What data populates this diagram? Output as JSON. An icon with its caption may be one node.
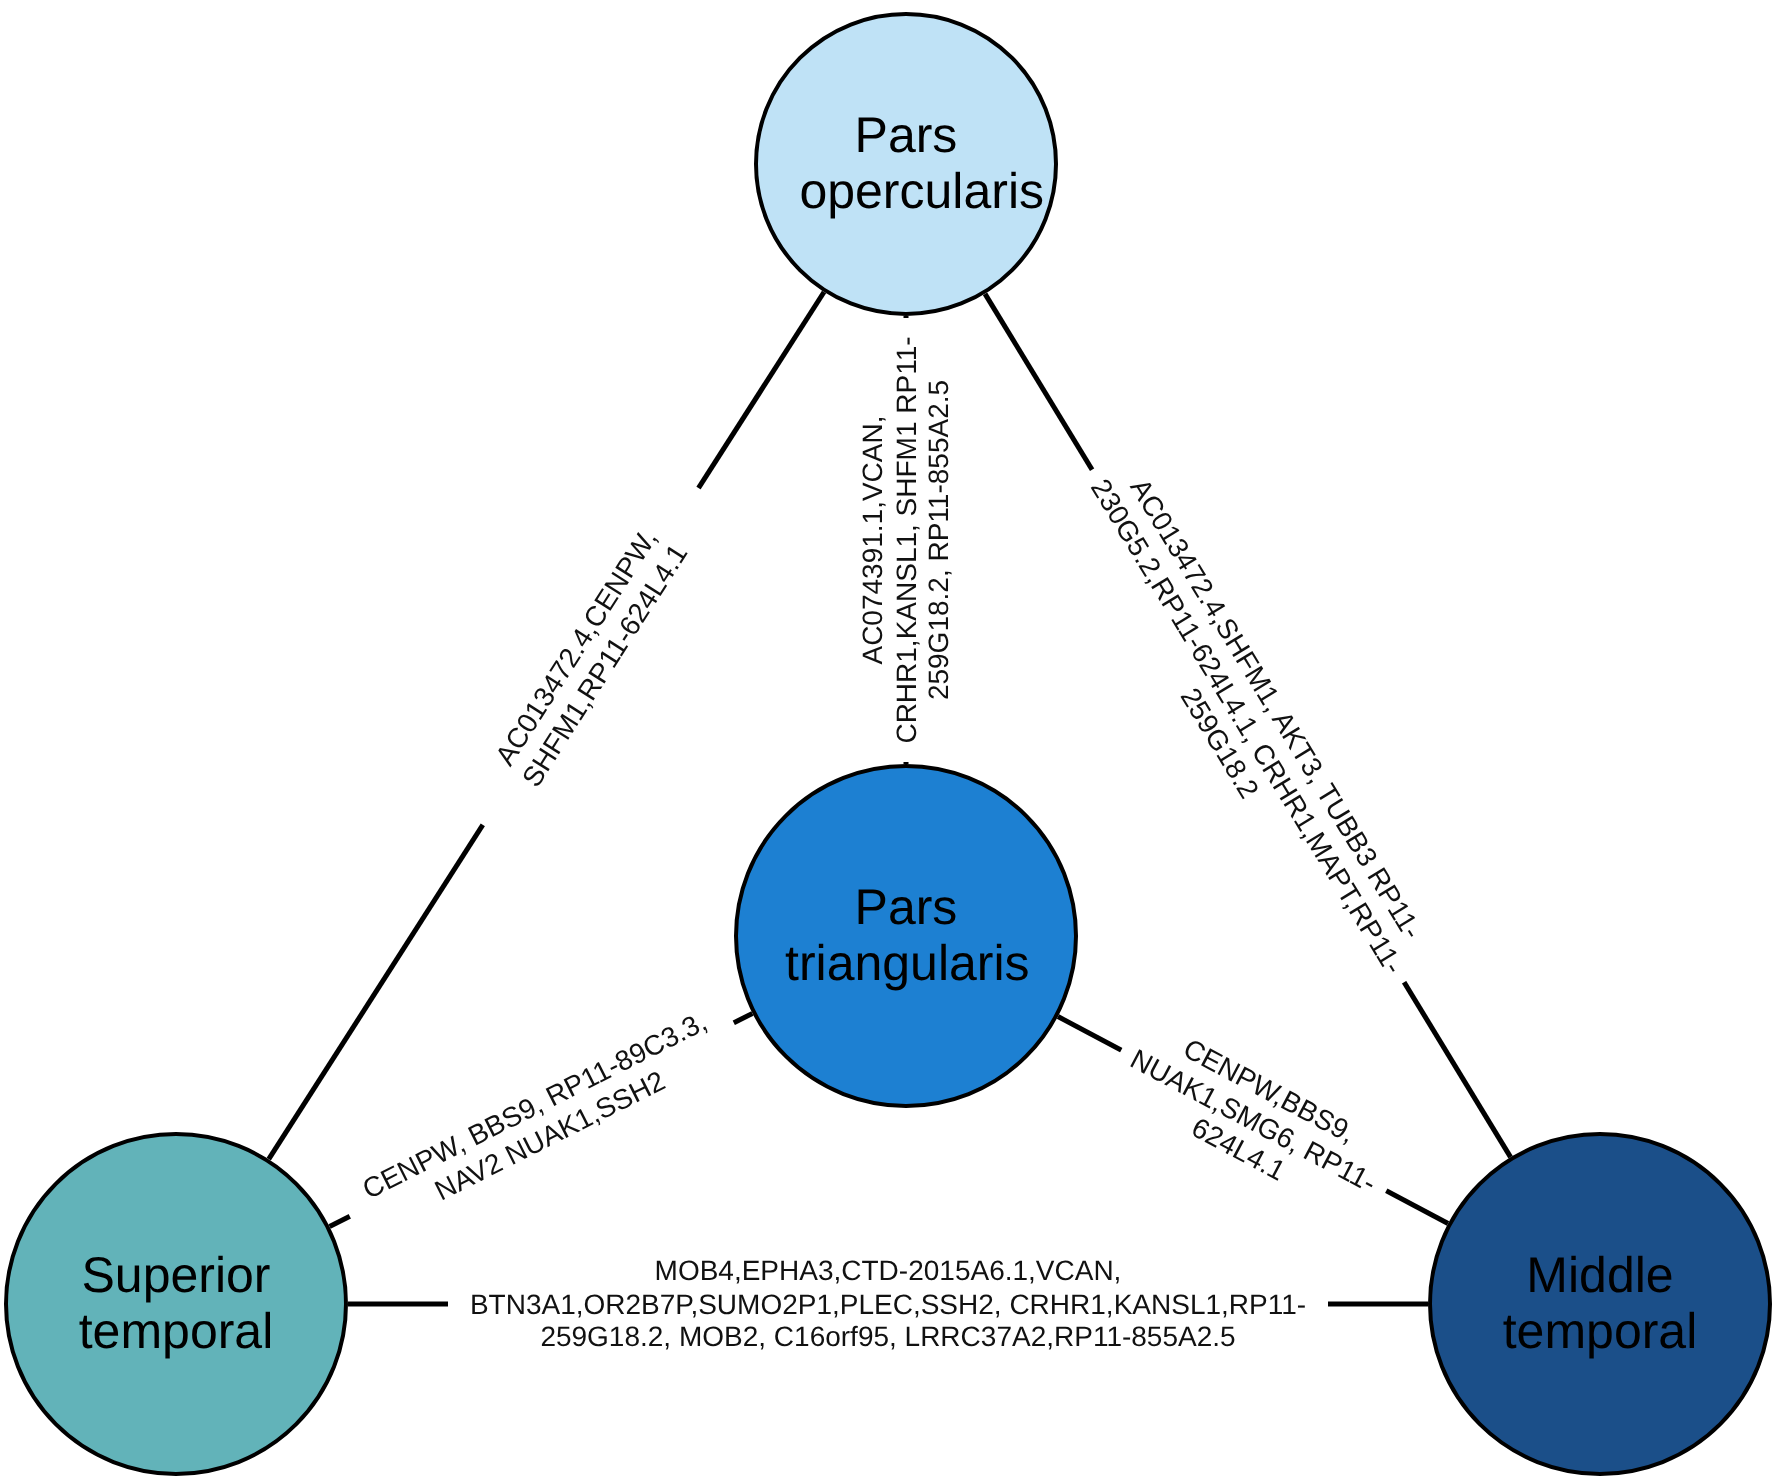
{
  "diagram": {
    "nodes": [
      {
        "text": [
          "Pars opercularis"
        ]
      },
      {
        "text": [
          "Pars triangularis"
        ]
      },
      {
        "text": [
          "Superior temporal"
        ]
      },
      {
        "text": [
          "Middle temporal"
        ]
      }
    ],
    "edges": [
      {
        "from": 0,
        "to": 2,
        "arrow": "none",
        "label": "AC013472.4,CENPW, SHFM1,RP11-624L4.1"
      },
      {
        "from": 0,
        "to": 1,
        "arrow": "none",
        "label": "AC074391.1,VCAN, CRHR1,KANSL1, SHFM1 RP11-259G18.2, RP11-855A2.5"
      },
      {
        "from": 0,
        "to": 3,
        "arrow": "none",
        "label": "AC013472.4,SHFM1, AKT3, TUBB3 RP11-230G5.2,RP11-624L4.1, CRHR1,MAPT,RP11-259G18.2"
      },
      {
        "from": 1,
        "to": 2,
        "arrow": "none",
        "label": "CENPW, BBS9, RP11-89C3.3, NAV2 NUAK1,SSH2"
      },
      {
        "from": 1,
        "to": 3,
        "arrow": "none",
        "label": "CENPW,BBS9, NUAK1,SMG6, RP11-624L4.1"
      },
      {
        "from": 2,
        "to": 3,
        "arrow": "none",
        "label": "MOB4,EPHA3,CTD-2015A6.1,VCAN, BTN3A1,OR2B7P,SUMO2P1,PLEC,SSH2, CRHR1,KANSL1,RP11-259G18.2, MOB2, C16orf95, LRRC37A2,RP11-855A2.5"
      }
    ]
  }
}
